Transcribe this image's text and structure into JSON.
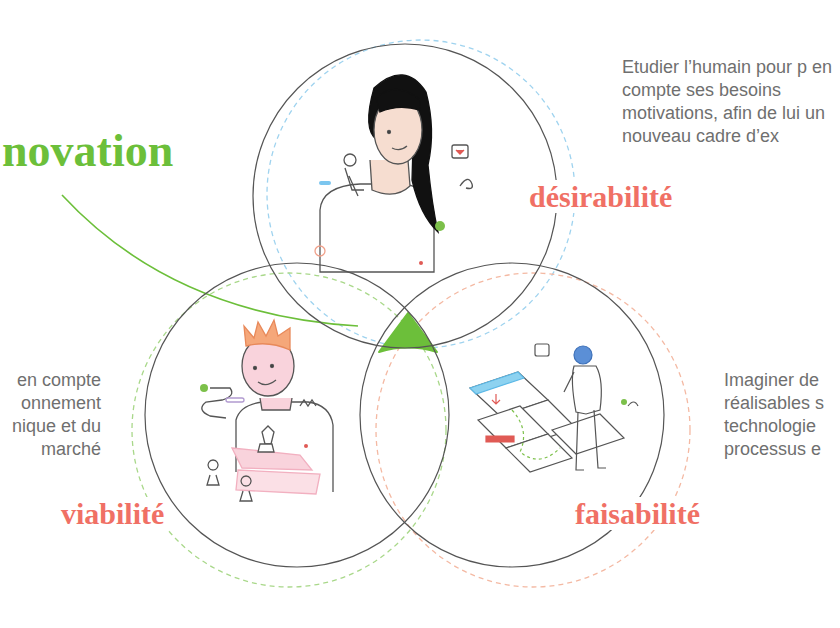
{
  "diagram": {
    "nodes": [
      {
        "text": [
          "désirabilité"
        ]
      },
      {
        "text": [
          "viabilité"
        ]
      },
      {
        "text": [
          "faisabilité"
        ]
      }
    ],
    "labels": [
      "novation",
      "Etudier l’humain pour p en compte ses besoins motivations, afin de lui un nouveau cadre d’ex",
      "en compte onnement nique et du marché",
      "Imaginer de réalisables s technologie processus e"
    ]
  }
}
